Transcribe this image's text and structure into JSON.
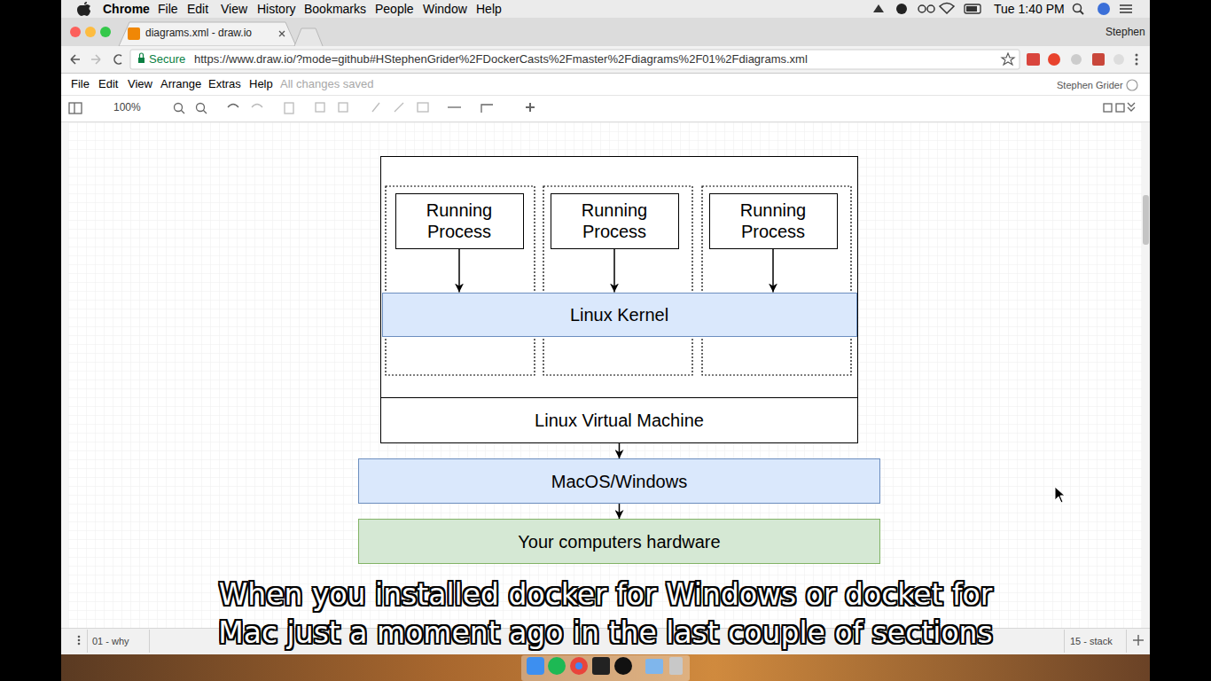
{
  "diagram": {
    "nodes": [
      {
        "text": [
          "Linux Virtual Machine"
        ]
      },
      {
        "text": [
          "Running Process"
        ],
        "in": 0
      },
      {
        "text": [
          "Running Process"
        ],
        "in": 0
      },
      {
        "text": [
          "Running Process"
        ],
        "in": 0
      },
      {
        "text": [
          "Linux Kernel"
        ],
        "in": 0
      },
      {
        "text": [
          "MacOS/Windows"
        ]
      },
      {
        "text": [
          "Your computers hardware"
        ]
      }
    ],
    "edges": [
      {
        "from": 1,
        "to": 4,
        "arrow": "to"
      },
      {
        "from": 2,
        "to": 4,
        "arrow": "to"
      },
      {
        "from": 3,
        "to": 4,
        "arrow": "to"
      },
      {
        "from": 0,
        "to": 5,
        "arrow": "to"
      },
      {
        "from": 5,
        "to": 6,
        "arrow": "to"
      }
    ],
    "labels": [
      "Chrome",
      "File",
      "Edit",
      "View",
      "History",
      "Bookmarks",
      "People",
      "Window",
      "Help",
      "Tue 1:40 PM",
      "diagrams.xml - draw.io",
      "Stephen",
      "Secure",
      "https://www.draw.io/?mode=github#HStephenGrider%2FDockerCasts%2Fmaster%2Fdiagrams%2F01%2Fdiagrams.xml",
      "File",
      "Edit",
      "View",
      "Arrange",
      "Extras",
      "Help",
      "All changes saved",
      "Stephen Grider",
      "100%",
      "01 - why",
      "15 - stack",
      "When you installed docker for Windows or docket for",
      "Mac just a moment ago in the last couple of sections"
    ]
  }
}
